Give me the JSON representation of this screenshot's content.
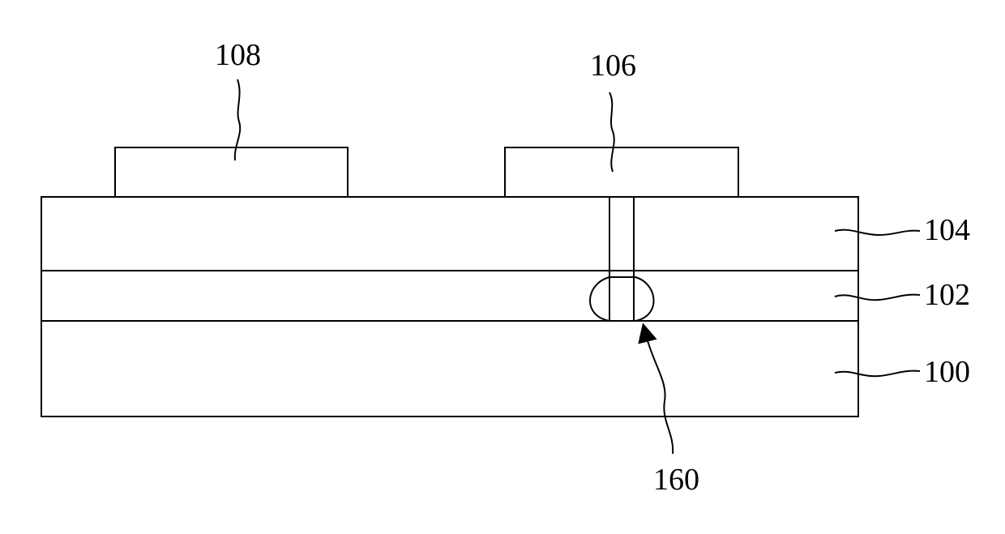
{
  "diagram": {
    "labels": {
      "electrode_108": "108",
      "electrode_106": "106",
      "layer_104": "104",
      "layer_102": "102",
      "substrate_100": "100",
      "void_160": "160"
    },
    "colors": {
      "stroke": "#000000",
      "background": "#ffffff"
    }
  }
}
